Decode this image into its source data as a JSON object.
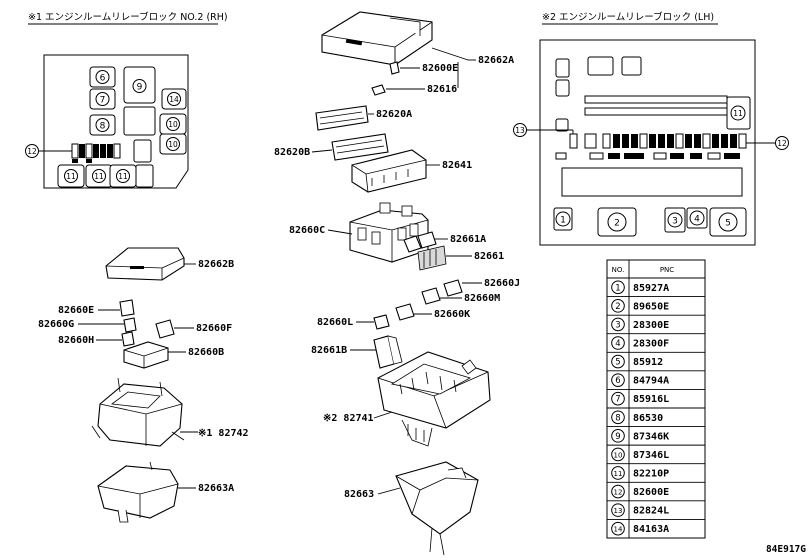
{
  "headings": {
    "rh": "※1 エンジンルームリレーブロック NO.2 (RH)",
    "lh": "※2 エンジンルームリレーブロック (LH)"
  },
  "diagram_code": "84E917G",
  "rh_block_numbers": [
    "6",
    "9",
    "7",
    "14",
    "8",
    "10",
    "10",
    "11",
    "11",
    "11"
  ],
  "rh_callout": "12",
  "lh_block_numbers": [
    "11",
    "1",
    "2",
    "3",
    "4",
    "5"
  ],
  "lh_callouts": [
    "13",
    "12"
  ],
  "part_labels": {
    "p82662A": "82662A",
    "p82600E": "82600E",
    "p82616": "82616",
    "p82620A": "82620A",
    "p82620B": "82620B",
    "p82641": "82641",
    "p82660C": "82660C",
    "p82661A": "82661A",
    "p82661": "82661",
    "p82660J": "82660J",
    "p82660M": "82660M",
    "p82660K": "82660K",
    "p82660L": "82660L",
    "p82661B": "82661B",
    "p82741": "※2 82741",
    "p82663": "82663",
    "p82662B": "82662B",
    "p82660E": "82660E",
    "p82660G": "82660G",
    "p82660F": "82660F",
    "p82660H": "82660H",
    "p82660B": "82660B",
    "p82742": "※1 82742",
    "p82663A": "82663A"
  },
  "table": {
    "headers": [
      "NO.",
      "PNC"
    ],
    "rows": [
      {
        "no": "1",
        "pnc": "85927A"
      },
      {
        "no": "2",
        "pnc": "89650E"
      },
      {
        "no": "3",
        "pnc": "28300E"
      },
      {
        "no": "4",
        "pnc": "28300F"
      },
      {
        "no": "5",
        "pnc": "85912"
      },
      {
        "no": "6",
        "pnc": "84794A"
      },
      {
        "no": "7",
        "pnc": "85916L"
      },
      {
        "no": "8",
        "pnc": "86530"
      },
      {
        "no": "9",
        "pnc": "87346K"
      },
      {
        "no": "10",
        "pnc": "87346L"
      },
      {
        "no": "11",
        "pnc": "82210P"
      },
      {
        "no": "12",
        "pnc": "82600E"
      },
      {
        "no": "13",
        "pnc": "82824L"
      },
      {
        "no": "14",
        "pnc": "84163A"
      }
    ]
  }
}
